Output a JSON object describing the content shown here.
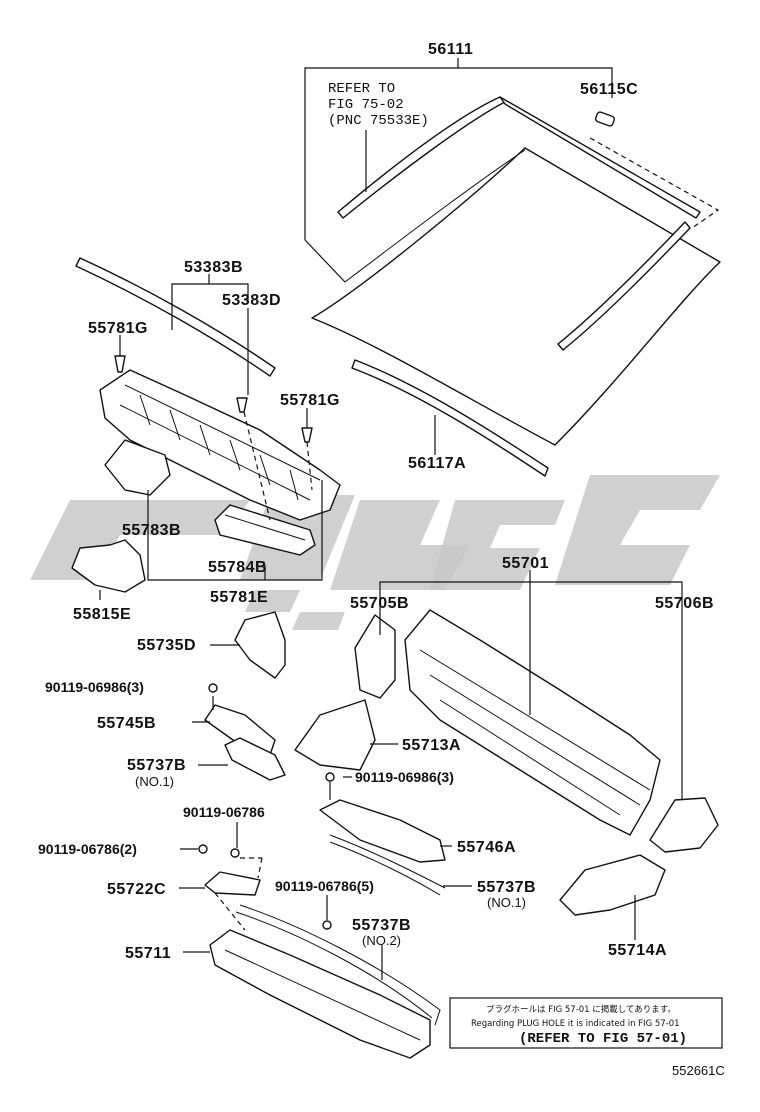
{
  "labels": {
    "p56111": "56111",
    "p56115c": "56115C",
    "p56117a": "56117A",
    "p53383b": "53383B",
    "p53383d": "53383D",
    "p55781g_left": "55781G",
    "p55781g_right": "55781G",
    "p55783b": "55783B",
    "p55784b": "55784B",
    "p55781e": "55781E",
    "p55815e": "55815E",
    "p55701": "55701",
    "p55705b": "55705B",
    "p55706b": "55706B",
    "p55735d": "55735D",
    "p90119_06986_3_left": "90119-06986(3)",
    "p55745b": "55745B",
    "p55713a": "55713A",
    "p55737b_no1_left": "55737B",
    "p55737b_no1_left_sub": "(NO.1)",
    "p90119_06986_3_mid": "90119-06986(3)",
    "p90119_06786": "90119-06786",
    "p90119_06786_2": "90119-06786(2)",
    "p55746a": "55746A",
    "p55722c": "55722C",
    "p90119_06786_5": "90119-06786(5)",
    "p55737b_no1_right": "55737B",
    "p55737b_no1_right_sub": "(NO.1)",
    "p55714a": "55714A",
    "p55711": "55711",
    "p55737b_no2": "55737B",
    "p55737b_no2_sub": "(NO.2)"
  },
  "refer_note": {
    "line1": "REFER TO",
    "line2": "FIG 75-02",
    "line3": "(PNC 75533E)"
  },
  "info_box": {
    "japanese": "プラグホールは FIG 57-01 に掲載してあります。",
    "english": "Regarding  PLUG HOLE  it is indicated in FIG 57-01",
    "refer": "(REFER TO FIG 57-01)"
  },
  "illustration_code": "552661C",
  "watermark_color": "#c8c8c8"
}
